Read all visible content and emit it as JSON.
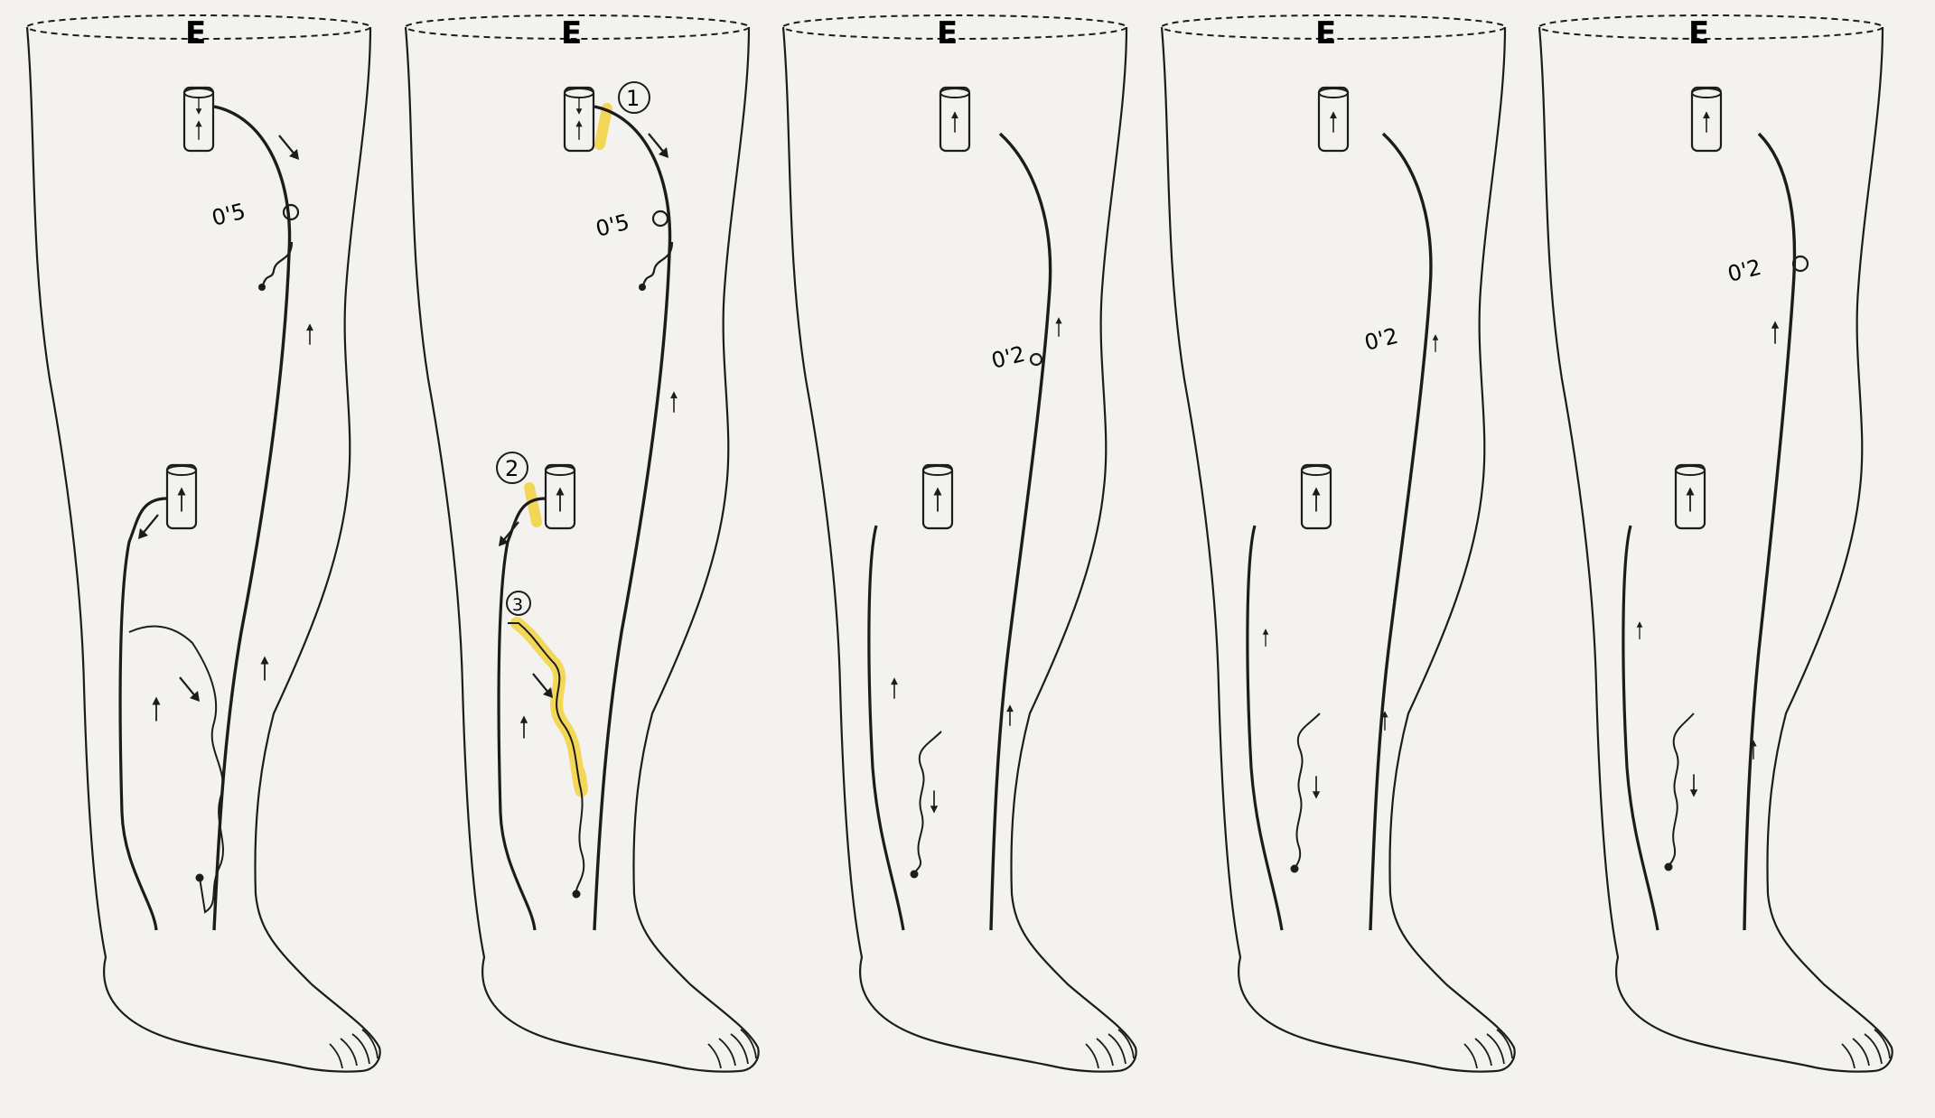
{
  "panel_label": "E",
  "panels": [
    {
      "id": "panel-1",
      "measurement": "0'5",
      "markers": []
    },
    {
      "id": "panel-2",
      "measurement": "0'5",
      "markers": [
        "1",
        "2",
        "3"
      ]
    },
    {
      "id": "panel-3",
      "measurement": "0'2",
      "markers": []
    },
    {
      "id": "panel-4",
      "measurement": "0'2",
      "markers": []
    },
    {
      "id": "panel-5",
      "measurement": "0'2",
      "markers": []
    }
  ],
  "colors": {
    "background": "#f3f2ef",
    "ink": "#1c1c1c",
    "highlight": "#f2d23c"
  }
}
